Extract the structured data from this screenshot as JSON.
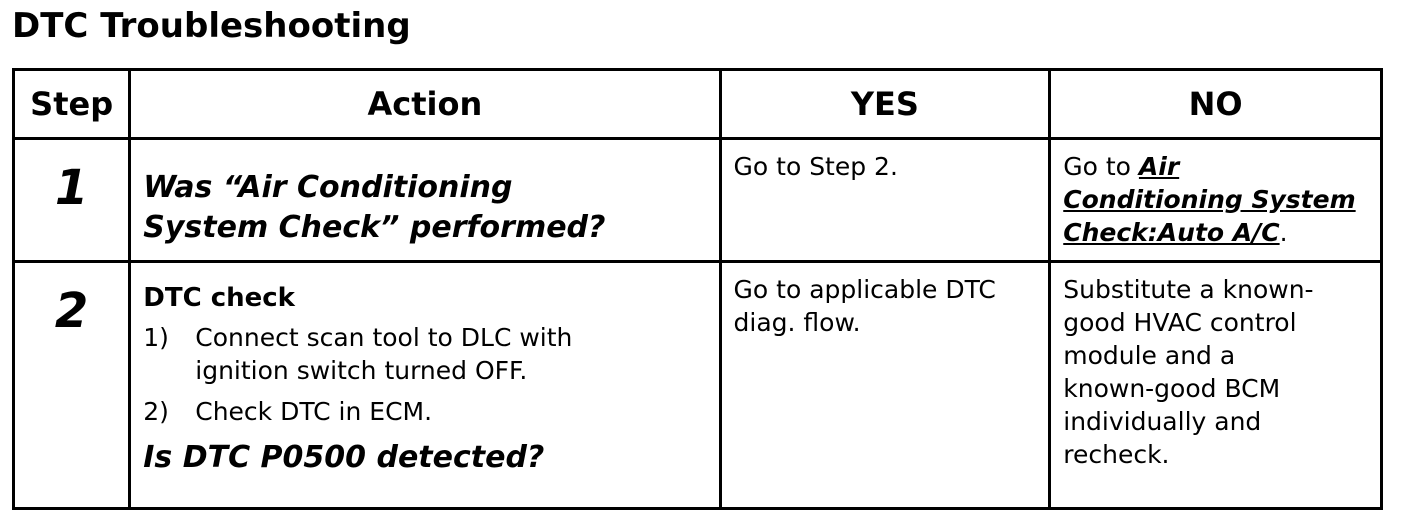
{
  "page": {
    "title": "DTC Troubleshooting"
  },
  "table": {
    "headers": {
      "step": "Step",
      "action": "Action",
      "yes": "YES",
      "no": "NO"
    },
    "rows": [
      {
        "step": "1",
        "action": {
          "question_line1": "Was “Air Conditioning",
          "question_line2": "System Check” performed?"
        },
        "yes": "Go to Step 2.",
        "no": {
          "prefix": "Go to ",
          "link_line1": "Air",
          "link_line2": "Conditioning System",
          "link_line3": "Check:Auto A/C",
          "suffix": "."
        }
      },
      {
        "step": "2",
        "action": {
          "title": "DTC check",
          "procedure": [
            {
              "num": "1)",
              "line1": "Connect scan tool to DLC with",
              "line2": "ignition switch turned OFF."
            },
            {
              "num": "2)",
              "line1": "Check DTC in ECM.",
              "line2": ""
            }
          ],
          "question": "Is DTC P0500 detected?"
        },
        "yes": {
          "line1": "Go to applicable DTC",
          "line2": "diag. flow."
        },
        "no": {
          "line1": "Substitute a known-",
          "line2": "good HVAC control",
          "line3": "module and a",
          "line4": "known-good BCM",
          "line5": "individually and",
          "line6": "recheck."
        }
      }
    ]
  }
}
